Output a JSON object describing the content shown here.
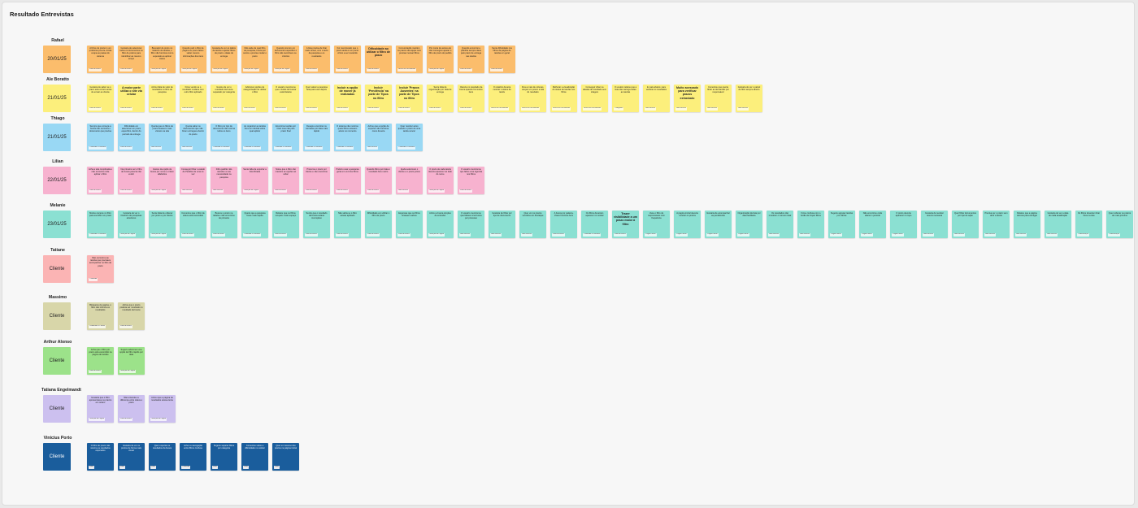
{
  "board": {
    "title": "Resultado Entrevistas"
  },
  "palette": {
    "orange": "#fbbd6c",
    "yellow": "#fcef7c",
    "blue": "#99d8f4",
    "pink": "#f7b2cf",
    "teal": "#8be0d2",
    "salmon": "#fbb4b4",
    "khaki": "#d8d6a9",
    "green": "#9ce28a",
    "lavender": "#ccc0ef",
    "navy": "#1a5d9c"
  },
  "rows": [
    {
      "name": "Rafael",
      "label": "20/01/25",
      "color": "orange",
      "notes": [
        {
          "text": "A Drive de prazer é um problema pra ele. Ainda ocupa as pastas do sistema",
          "tag": "Filtro de busca"
        },
        {
          "text": "Gostaria de selecionar todos os documentos na filtro de prazos para identificar ao mesmo tempo",
          "tag": "Filtro de busca"
        },
        {
          "text": "Buscador de prazo no relatório de tarefas, o filtro não funciona como esperado ao aplicar status",
          "tag": "Geração de Pagina"
        },
        {
          "text": "Quando pedi o filtro de pagina ou prazo faltou saber mesmo informações dos itens",
          "tag": "Geração de Pagina"
        },
        {
          "text": "Gostaria de ver os dados da tarefa e ajustar filtros de prazo e datas de entrega",
          "tag": "Geração de Pagina"
        },
        {
          "text": "Não sabe de qual filtro de pesquisa, busca por outros e precisa mudar o prazo",
          "tag": "Geração de Pagina"
        },
        {
          "text": "Quando procuro um documento especifico o filtro não reconhece os critérios",
          "tag": "Geração de Pagina"
        },
        {
          "text": "A lista precisa de ficar mais visível, com o texto da pesquisa e os resultados",
          "tag": "Filtro de busca"
        },
        {
          "text": "Foi mencionado que o prazo ainda é um ponto crítico a ser resolvido",
          "tag": "Filtro de busca"
        },
        {
          "text": "Dificuldade ao utilizar o filtro de prazo",
          "tag": "Filtro de busca",
          "big": true
        },
        {
          "text": "Comunicação mantém os prazos da equipe sem precisar revisar filtros",
          "tag": "Busca de Documentos"
        },
        {
          "text": "Por conta de avisos ele não conseguiu ajustar o filtro de prazo do pedido",
          "tag": "Geração de Pagina"
        },
        {
          "text": "Quando encontrei a planilha sempre dava pelo prazo de entrega nas tarefas",
          "tag": "Filtro de busca"
        },
        {
          "text": "Sente dificuldade nos filtros da página de tarefas em geral",
          "tag": "Filtro de busca"
        }
      ]
    },
    {
      "name": "Ale Boratto",
      "label": "21/01/25",
      "color": "yellow",
      "notes": [
        {
          "text": "Gostaria de saber se o prazo está correto antes de enviar ao cliente",
          "tag": "Filtro de busca"
        },
        {
          "text": "A maior parte utiliza o site via celular",
          "tag": "Filtro de busca",
          "big": true
        },
        {
          "text": "Achou falta de valor de resultados no filtro de pesquisa",
          "tag": "Filtro de busca"
        },
        {
          "text": "Ficou vendo se o resultado mudava com outro filtro aplicado",
          "tag": "Filtro de busca"
        },
        {
          "text": "Gostou de ver o resultado da busca separado por categoria",
          "tag": "Filtro de busca"
        },
        {
          "text": "Adicionar opções de categorização ao utilizar o filtro",
          "tag": "Filtro de busca"
        },
        {
          "text": "O usuário mencionou que o botão de buscar está distante",
          "tag": "Filtro de busca"
        },
        {
          "text": "Quer salvar a pesquisa feita para usar depois",
          "tag": "Filtro de busca"
        },
        {
          "text": "Incluir a opção de mover já realizadas",
          "tag": "Filtro de busca",
          "big": true
        },
        {
          "text": "Incluir 'Pendência' na parte de Tipos no filtro",
          "tag": "Filtro de busca",
          "big": true
        },
        {
          "text": "Incluir 'Prazos Ausentes' na parte de Tipos no filtro",
          "tag": "Filtro de busca",
          "big": true
        },
        {
          "text": "Sente falta de organização por data de entrega",
          "tag": "Filtro de busca"
        },
        {
          "text": "Clareza no resultado da busca quando há muitos itens",
          "tag": "Filtro de busca"
        },
        {
          "text": "O relatório deveria mostrar o status da tarefa",
          "tag": "Busca de Documentos"
        },
        {
          "text": "Fica a mais de colunas, ocupar um pouco a tela do resultado",
          "tag": "Busca de Documentos"
        },
        {
          "text": "Melhorar a visualização do status de tarefas nos filtros",
          "tag": "Busca de Documentos"
        },
        {
          "text": "Conseguir olhar na tabelas de resultado sem rolagem",
          "tag": "Busca de Documentos"
        },
        {
          "text": "O usuário relatou que a lista não carrega todas as tarefas",
          "tag": "Categorias"
        },
        {
          "text": "E mais abaixo: para verificar os resultados",
          "tag": "Mais Buscas"
        },
        {
          "text": "Muito acessado para verificar prazos extraviado",
          "tag": "Mais Buscas",
          "big": true
        },
        {
          "text": "Comentou que queria filtrar as demandas por responsável",
          "tag": "Mais Buscas"
        },
        {
          "text": "Gostaria de ver o painel de filtro sempre aberto",
          "tag": "Mais Buscas"
        }
      ]
    },
    {
      "name": "Thiago",
      "label": "21/01/25",
      "color": "blue",
      "notes": [
        {
          "text": "Sempre que começa a busca não encontra o documento que precisa",
          "tag": "Conteúdo e Formatos"
        },
        {
          "text": "Dificuldade em selecionar um prazo específico, dentro do período de entrega",
          "tag": "Filtro de busca"
        },
        {
          "text": "Queria que os filtros de prazo ficassem mais visíveis na tela",
          "tag": "Mais Buscas"
        },
        {
          "text": "Queria saber os documentos que não foram entregues dentro do prazo",
          "tag": "Mais Buscas"
        },
        {
          "text": "O filtro por tipo de documento não retorna todos os itens",
          "tag": "Conteúdo e Formatos"
        },
        {
          "text": "Ao organizar as tarefas ficou em dúvida sobre qual aplicar",
          "tag": "Conteúdo e Formatos"
        },
        {
          "text": "Encontrou tarefas por título mas não pelo prazo final",
          "tag": "Conteúdo e Formatos"
        },
        {
          "text": "Desejou encontrar os contratos por data mais rápido",
          "tag": "Conteúdo e Formatos"
        },
        {
          "text": "O sistema não mostrou quais filtros estavam ativos no momento",
          "tag": "Conteúdo e Formatos"
        },
        {
          "text": "Achou que a opção de exportar não funciona como deveria",
          "tag": "Mais Buscas"
        },
        {
          "text": "Quer receber aviso quando o prazo de uma tarefa vencer",
          "tag": "Conteúdo e Formatos"
        }
      ]
    },
    {
      "name": "Lilian",
      "label": "22/01/25",
      "color": "pink",
      "notes": [
        {
          "text": "Acha a tela complicada e não encontra onde aplicar o filtro",
          "tag": "Filtro de busca"
        },
        {
          "text": "Na primeira vez o filtro de busca parecia não existir",
          "tag": "Filtro de busca"
        },
        {
          "text": "Gostou da opção de busca por nome e ordem alfabética",
          "tag": "Geração de Pagina"
        },
        {
          "text": "Conseguir filtrar o estado de Pedidos de uma só vez",
          "tag": "Mais Buscas"
        },
        {
          "text": "Filtro padrão não atendeu a sua necessidade na pesquisa",
          "tag": "Mais Buscas"
        },
        {
          "text": "Sente falta de exportar a lista filtrada",
          "tag": "Geração de Pagina"
        },
        {
          "text": "Notou que o filtro não mantém as opções ao voltar",
          "tag": "Filtro de busca"
        },
        {
          "text": "Procurou o prazo por cliente e não encontrou",
          "tag": "Filtro de busca"
        },
        {
          "text": "Preferiu usar a pesquisa geral em vez dos filtros",
          "tag": "Filtro de busca"
        },
        {
          "text": "Quando filtrou por data o resultado ficou vazio",
          "tag": "Filtro de busca"
        },
        {
          "text": "Ajuda selecionar o cliente e o prazo juntos",
          "tag": "Mais Buscas"
        },
        {
          "text": "O prazo de cada tarefa deveria aparecer ao lado do nome",
          "tag": "Geração de Pagina"
        },
        {
          "text": "O usuário mencionou que faltou uma legenda nos filtros",
          "tag": "Filtro de busca"
        }
      ]
    },
    {
      "name": "Melanie",
      "label": "23/01/25",
      "color": "teal",
      "notes": [
        {
          "text": "Muitos campos no filtro para escolher um prazo",
          "tag": "Conteúdo e Formatos"
        },
        {
          "text": "Gostaria de ver o histórico de pesquisas anteriores",
          "tag": "Geração de Pagina"
        },
        {
          "text": "Sente falta de ordenar por prazo e por cliente",
          "tag": "Geração de Pagina"
        },
        {
          "text": "Comentou que o filtro de status está escondido",
          "tag": "Filtro de busca"
        },
        {
          "text": "Buscou o prazo na tabela e não encontrou de primeira",
          "tag": "Filtro de busca"
        },
        {
          "text": "Queria que a pesquisa fosse mais rápida",
          "tag": "Conteúdo e Formatos"
        },
        {
          "text": "Relatou que os filtros ocupam muito espaço",
          "tag": "Filtro de busca"
        },
        {
          "text": "Sentiu que o resultado da busca estava incompleto",
          "tag": "Filtro de busca"
        },
        {
          "text": "Não sabia se o filtro estava aplicado",
          "tag": "Filtro de busca"
        },
        {
          "text": "Dificuldade em utilizar o filtro de prazo",
          "tag": "Filtro de busca"
        },
        {
          "text": "Esperava que os filtros ficassem salvos",
          "tag": "Filtro de busca"
        },
        {
          "text": "Achou a busca simples de entender",
          "tag": "Geração de Pagina"
        },
        {
          "text": "O usuário mencionou que faltava uma busca por processo",
          "tag": "Mais Buscas"
        },
        {
          "text": "Gostaria de filtrar por tipo de documento",
          "tag": "Mais Buscas"
        },
        {
          "text": "Quer ver os prazos vencidos em destaque",
          "tag": "Mais Buscas"
        },
        {
          "text": "A busca por palavra-chave funciona bem",
          "tag": "Filtro de busca"
        },
        {
          "text": "Os filtros deveriam aparecer no celular",
          "tag": "Conteúdo e Formatos"
        },
        {
          "text": "Trazer visibilidade a um prazo maior à filtro",
          "tag": "Filtro de busca",
          "big": true
        },
        {
          "text": "Usou o filtro de responsáveis com frequência",
          "tag": "Pagina Inicial"
        },
        {
          "text": "A página inicial deveria mostrar os prazos",
          "tag": "Pagina Inicial"
        },
        {
          "text": "Gostaria de acompanhar as pendências",
          "tag": "Pagina Inicial"
        },
        {
          "text": "Organização da lista por data facilitaria",
          "tag": "Pagina Inicial"
        },
        {
          "text": "Os resultados não mostram o número total",
          "tag": "Mais Buscas"
        },
        {
          "text": "Ficou confusa com o botão de limpar filtros",
          "tag": "Mais Buscas"
        },
        {
          "text": "Sugeriu agrupar tarefas por cliente",
          "tag": "Pagina Inicial"
        },
        {
          "text": "Não encontrou onde alterar o período",
          "tag": "Pagina Inicial"
        },
        {
          "text": "O prazo deveria aparecer no topo",
          "tag": "Pagina Inicial"
        },
        {
          "text": "Gostaria de receber resumo semanal",
          "tag": "Mais Buscas"
        },
        {
          "text": "Quer filtrar documentos por tipo de ação",
          "tag": "Mais Buscas"
        },
        {
          "text": "Precisa ver o prazo sem abrir a tarefa",
          "tag": "Mais Buscas"
        },
        {
          "text": "Relatou que a página demora para carregar",
          "tag": "Mais Buscas"
        },
        {
          "text": "Gostaria de ver a data de cada atualização",
          "tag": "Mais Buscas"
        },
        {
          "text": "Os filtros deveriam ficar fixos na tela",
          "tag": "Comunicação"
        },
        {
          "text": "Quer ordenar os prazos do mais próximo",
          "tag": "Comunicação"
        }
      ]
    },
    {
      "name": "Tatiane",
      "label": "Cliente",
      "color": "salmon",
      "notes": [
        {
          "text": "Não encontrou as tarefas que precisava acompanhar no filtro de prazo",
          "tag": "Conteúdo"
        }
      ]
    },
    {
      "name": "Massimo",
      "label": "Cliente",
      "color": "khaki",
      "notes": [
        {
          "text": "Bloqueios de pagina, o filtro não informa os resultados",
          "tag": "Problemas e Prazos"
        },
        {
          "text": "Achou que o prazo poderia ser mostrado no resultado da busca",
          "tag": "Filtro de busca"
        }
      ]
    },
    {
      "name": "Arthur Alonso",
      "label": "Cliente",
      "color": "green",
      "notes": [
        {
          "text": "Acha que o filtro por prazo está escondido na página de tarefas",
          "tag": "Filtro de busca"
        },
        {
          "text": "Sugeriu adicionar uma opção de filtro rápido por data",
          "tag": "Geração de Pagina"
        }
      ]
    },
    {
      "name": "Tatiana Engelmandt",
      "label": "Cliente",
      "color": "lavender",
      "notes": [
        {
          "text": "Gostaria que o filtro apresentasse os prazos em ordem",
          "tag": "Geração de Pagina"
        },
        {
          "text": "Não entendeu a diferença entre status e prazo",
          "tag": "Filtro de busca"
        },
        {
          "text": "Achou que a página de resultados estava lenta",
          "tag": "Geração de Pagina"
        }
      ]
    },
    {
      "name": "Vinicius Porto",
      "label": "Cliente",
      "color": "navy",
      "dark": true,
      "notes": [
        {
          "text": "O filtro de prazo não retorna os resultados esperados",
          "tag": "Filtro"
        },
        {
          "text": "Gostaria de ver os prazos de forma mais visual",
          "tag": "Filtro"
        },
        {
          "text": "Quer exportar os resultados da busca",
          "tag": "Filtro"
        },
        {
          "text": "Achou a navegação entre filtros confusa",
          "tag": "Conteúdo"
        },
        {
          "text": "Sugeriu separar filtros por categoria",
          "tag": "Filtro"
        },
        {
          "text": "Comentou sobre a dificuldade no celular",
          "tag": "Filtro"
        },
        {
          "text": "Quer um resumo dos prazos na página inicial",
          "tag": "Filtro"
        }
      ]
    }
  ]
}
